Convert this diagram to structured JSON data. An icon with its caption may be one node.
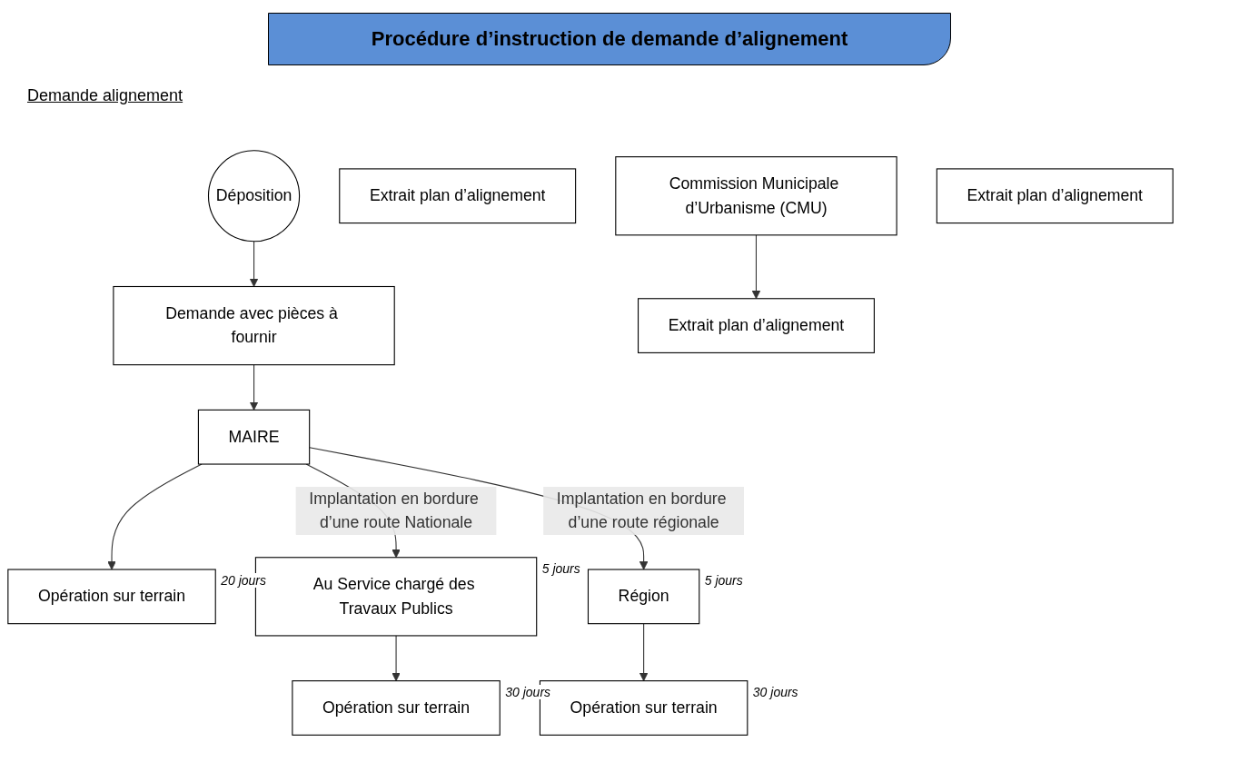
{
  "diagram": {
    "title": "Procédure d’instruction de demande d’alignement",
    "nodes": [
      {
        "text": [
          "Demande avec pièces à fournir"
        ]
      },
      {
        "text": [
          "Déposition"
        ]
      },
      {
        "text": [
          "MAIRE"
        ]
      },
      {
        "text": [
          "Opération sur terrain"
        ],
        "beside": [
          "20 jours"
        ]
      },
      {
        "text": [
          "Au Service chargé des Travaux Publics"
        ],
        "beside": [
          "5 jours"
        ]
      },
      {
        "text": [
          "Opération sur terrain"
        ],
        "beside": [
          "30 jours"
        ]
      },
      {
        "text": [
          "Extrait plan d’alignement"
        ]
      },
      {
        "text": [
          "Commission Municipale d’Urbanisme (CMU)"
        ]
      },
      {
        "text": [
          "Extrait plan d’alignement"
        ]
      },
      {
        "text": [
          "Région"
        ],
        "beside": [
          "5 jours"
        ]
      },
      {
        "text": [
          "Opération sur terrain"
        ],
        "beside": [
          "30 jours"
        ]
      },
      {
        "text": [
          "Extrait plan d’alignement"
        ]
      }
    ],
    "edges": [
      {
        "from": 1,
        "to": 0,
        "arrow": "to"
      },
      {
        "from": 0,
        "to": 2,
        "arrow": "to"
      },
      {
        "from": 2,
        "to": 4,
        "arrow": "to",
        "label": "Implantation en bordure d’une route Nationale"
      },
      {
        "from": 2,
        "to": 3,
        "arrow": "to"
      },
      {
        "from": 2,
        "to": 9,
        "arrow": "to",
        "label": "Implantation en bordure d’une route régionale"
      },
      {
        "from": 4,
        "to": 5,
        "arrow": "to"
      },
      {
        "from": 7,
        "to": 8,
        "arrow": "to"
      },
      {
        "from": 9,
        "to": 10,
        "arrow": "to"
      }
    ],
    "labels": [
      "Demande alignement"
    ]
  }
}
